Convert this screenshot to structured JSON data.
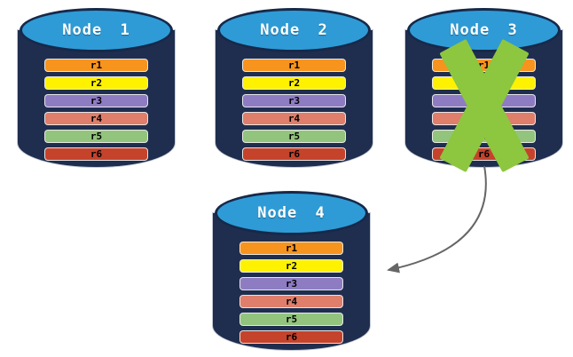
{
  "nodes": [
    {
      "label": "Node 1",
      "crossed_out": false
    },
    {
      "label": "Node 2",
      "crossed_out": false
    },
    {
      "label": "Node 3",
      "crossed_out": true
    },
    {
      "label": "Node 4",
      "crossed_out": false
    }
  ],
  "rows": [
    {
      "label": "r1",
      "color": "#F7941E"
    },
    {
      "label": "r2",
      "color": "#FEF200"
    },
    {
      "label": "r3",
      "color": "#8E7CC3"
    },
    {
      "label": "r4",
      "color": "#DE7E6B"
    },
    {
      "label": "r5",
      "color": "#93C47D"
    },
    {
      "label": "r6",
      "color": "#C5432B"
    }
  ],
  "arrow": {
    "from": "Node 3",
    "to": "Node 4"
  },
  "colors": {
    "cylinder_body": "#1F2E4F",
    "cylinder_top": "#2E9BD6",
    "failure_cross": "#8DC63F",
    "arrow": "#666666"
  }
}
